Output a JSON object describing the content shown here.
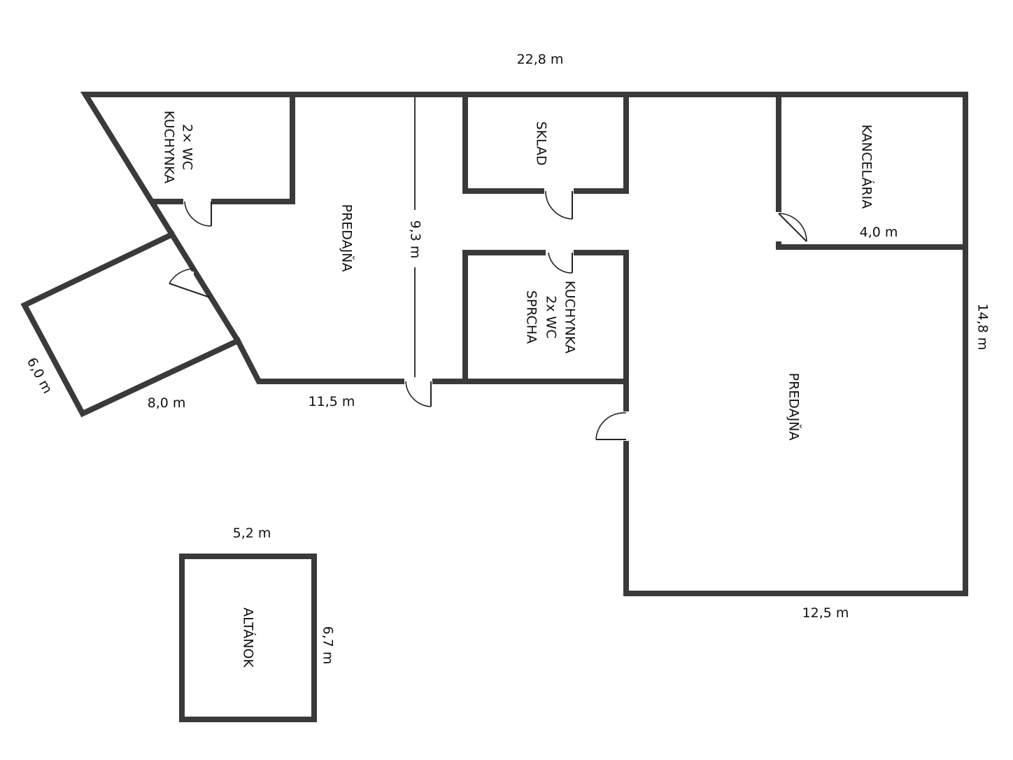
{
  "dimensions": {
    "top_width": "22,8 m",
    "left_depth": "9,3 m",
    "left_bottom": "11,5 m",
    "right_height": "14,8 m",
    "right_bottom": "12,5 m",
    "office_width": "4,0 m",
    "annex_width": "8,0 m",
    "annex_depth": "6,0 m",
    "gazebo_width": "5,2 m",
    "gazebo_depth": "6,7 m"
  },
  "rooms": {
    "wc_kitchen_1": [
      "2× WC",
      "KUCHYNKA"
    ],
    "shop_left": "PREDAJŇA",
    "storage": "SKLAD",
    "office": "KANCELÁRIA",
    "kitchen_shower": [
      "KUCHYNKA",
      "2x WC",
      "SPRCHA"
    ],
    "shop_right": "PREDAJŇA",
    "gazebo": "ALTÁNOK"
  },
  "colors": {
    "wall": "#3a3a3a",
    "background": "#ffffff"
  }
}
